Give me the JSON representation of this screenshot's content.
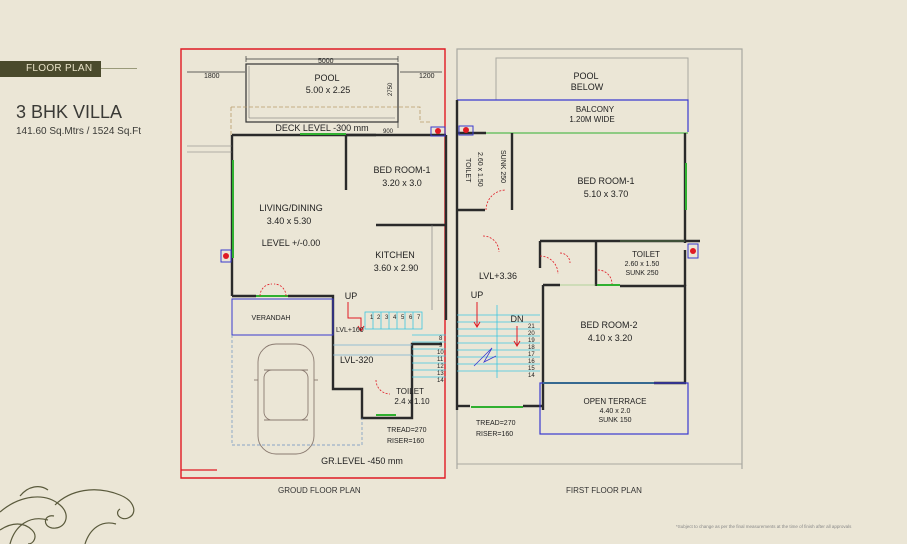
{
  "header": {
    "tag": "FLOOR PLAN",
    "title": "3 BHK VILLA",
    "subtitle": "141.60 Sq.Mtrs / 1524 Sq.Ft"
  },
  "ground_floor": {
    "dim_top": "5000",
    "dim_left": "1800",
    "dim_right": "1200",
    "dim_pool_height": "2750",
    "pool_name": "POOL",
    "pool_size": "5.00 x 2.25",
    "deck_level": "DECK LEVEL -300 mm",
    "dim_deck": "900",
    "living_name": "LIVING/DINING",
    "living_size": "3.40 x 5.30",
    "living_level": "LEVEL +/-0.00",
    "bed1_name": "BED ROOM-1",
    "bed1_size": "3.20 x 3.0",
    "kitchen_name": "KITCHEN",
    "kitchen_size": "3.60 x 2.90",
    "verandah": "VERANDAH",
    "up": "UP",
    "landing_level": "LVL+160",
    "lower_level": "LVL-320",
    "toilet_name": "TOILET",
    "toilet_size": "2.4 x 1.10",
    "tread": "TREAD=270",
    "riser": "RISER=160",
    "ground_level": "GR.LEVEL -450 mm",
    "steps_top": [
      "1",
      "2",
      "3",
      "4",
      "5",
      "6",
      "7"
    ],
    "steps_right": [
      "8",
      "9",
      "10",
      "11",
      "12",
      "13",
      "14"
    ],
    "caption": "GROUD FLOOR PLAN"
  },
  "first_floor": {
    "pool_below_1": "POOL",
    "pool_below_2": "BELOW",
    "balcony_name": "BALCONY",
    "balcony_size": "1.20M WIDE",
    "toilet1_name": "TOILET",
    "toilet1_size": "2.60 x 1.50",
    "toilet1_sunk": "SUNK 250",
    "bed1_name": "BED ROOM-1",
    "bed1_size": "5.10 x 3.70",
    "toilet2_name": "TOILET",
    "toilet2_size": "2.60 x 1.50",
    "toilet2_sunk": "SUNK 250",
    "level": "LVL+3.36",
    "up": "UP",
    "dn": "DN",
    "bed2_name": "BED ROOM-2",
    "bed2_size": "4.10 x 3.20",
    "terrace_name": "OPEN TERRACE",
    "terrace_size": "4.40 x 2.0",
    "terrace_sunk": "SUNK 150",
    "tread": "TREAD=270",
    "riser": "RISER=160",
    "steps": [
      "21",
      "20",
      "19",
      "18",
      "17",
      "16",
      "15",
      "14"
    ],
    "caption": "FIRST FLOOR PLAN"
  },
  "footnote": "*Subject to change as per the final measurements at the time of finish after all approvals",
  "colors": {
    "wall": "#2a2a2a",
    "site_boundary": "#e01a24",
    "window": "#30b030",
    "balcony_rail": "#3a3acf",
    "stair": "#3cc6e0",
    "arrow": "#e01a24"
  }
}
